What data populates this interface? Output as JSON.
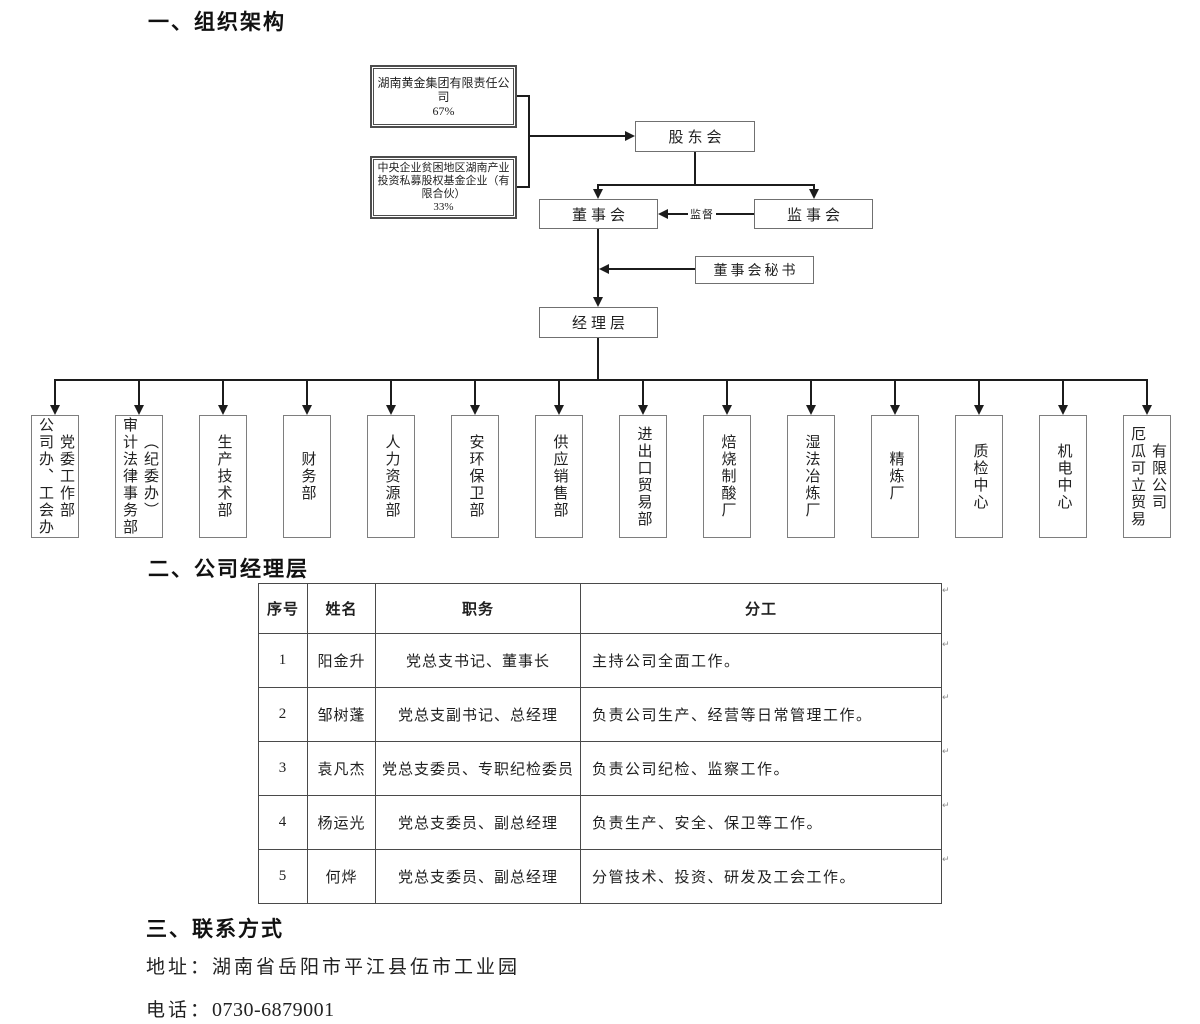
{
  "sections": {
    "org": {
      "heading": "一、组织架构"
    },
    "management": {
      "heading": "二、公司经理层"
    },
    "contact": {
      "heading": "三、联系方式",
      "address": "地址：湖南省岳阳市平江县伍市工业园",
      "phone_label": "电话：",
      "phone_number": "0730-6879001"
    }
  },
  "org_chart": {
    "shareholders": [
      {
        "lines": [
          "湖南黄金集团有限责任公司"
        ],
        "percent": "67%"
      },
      {
        "lines": [
          "中央企业贫困地区湖南产业",
          "投资私募股权基金企业（有",
          "限合伙）"
        ],
        "percent": "33%"
      }
    ],
    "nodes": {
      "shareholders_meeting": "股东会",
      "board": "董事会",
      "supervisory_board": "监事会",
      "board_secretary": "董事会秘书",
      "management_level": "经理层",
      "supervise_label": "监督"
    },
    "departments": [
      {
        "lines": [
          "公司办、工会办",
          "党委工作部"
        ]
      },
      {
        "lines": [
          "审计法律事务部",
          "（纪委办）"
        ]
      },
      {
        "lines": [
          "生产技术部"
        ]
      },
      {
        "lines": [
          "财务部"
        ]
      },
      {
        "lines": [
          "人力资源部"
        ]
      },
      {
        "lines": [
          "安环保卫部"
        ]
      },
      {
        "lines": [
          "供应销售部"
        ]
      },
      {
        "lines": [
          "进出口贸易部"
        ]
      },
      {
        "lines": [
          "焙烧制酸厂"
        ]
      },
      {
        "lines": [
          "湿法冶炼厂"
        ]
      },
      {
        "lines": [
          "精炼厂"
        ]
      },
      {
        "lines": [
          "质检中心"
        ]
      },
      {
        "lines": [
          "机电中心"
        ]
      },
      {
        "lines": [
          "厄瓜可立贸易",
          "有限公司"
        ]
      }
    ]
  },
  "table": {
    "headers": [
      "序号",
      "姓名",
      "职务",
      "分工"
    ],
    "rows": [
      [
        "1",
        "阳金升",
        "党总支书记、董事长",
        "主持公司全面工作。"
      ],
      [
        "2",
        "邹树蓬",
        "党总支副书记、总经理",
        "负责公司生产、经营等日常管理工作。"
      ],
      [
        "3",
        "袁凡杰",
        "党总支委员、专职纪检委员",
        "负责公司纪检、监察工作。"
      ],
      [
        "4",
        "杨运光",
        "党总支委员、副总经理",
        "负责生产、安全、保卫等工作。"
      ],
      [
        "5",
        "何烨",
        "党总支委员、副总经理",
        "分管技术、投资、研发及工会工作。"
      ]
    ],
    "row_end_mark": "↵"
  }
}
